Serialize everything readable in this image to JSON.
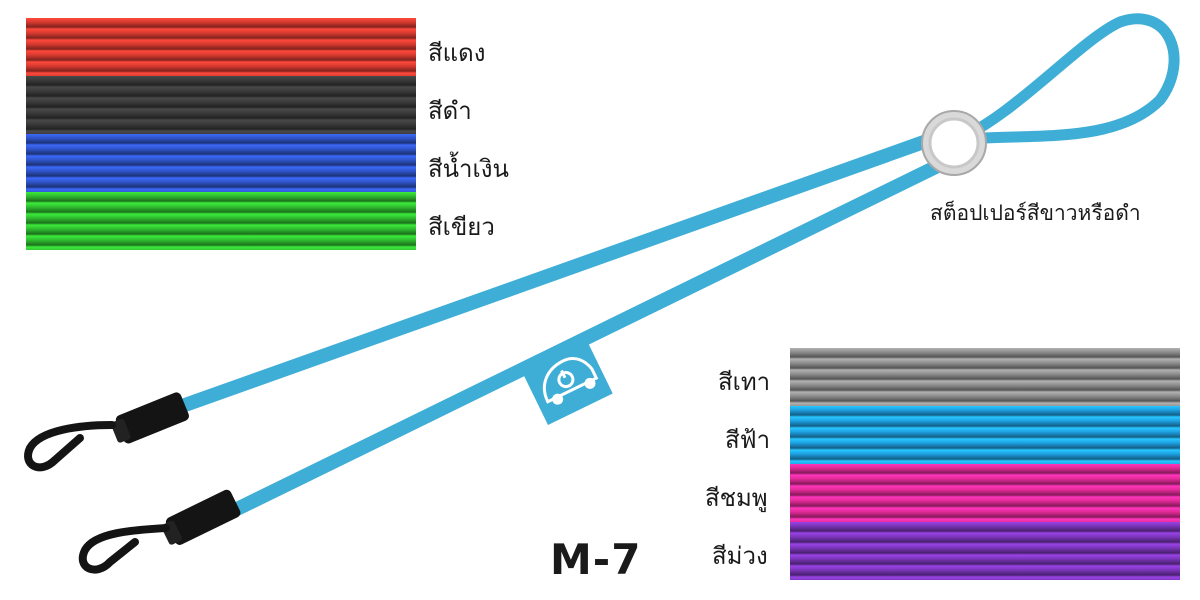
{
  "colors_top": [
    {
      "label": "สีแดง",
      "color": "#d83a30"
    },
    {
      "label": "สีดำ",
      "color": "#3a3a3a"
    },
    {
      "label": "สีน้ำเงิน",
      "color": "#2f54c8"
    },
    {
      "label": "สีเขียว",
      "color": "#2fbc2f"
    }
  ],
  "colors_bottom": [
    {
      "label": "สีเทา",
      "color": "#8e8e8e"
    },
    {
      "label": "สีฟ้า",
      "color": "#1e9fe0"
    },
    {
      "label": "สีชมพู",
      "color": "#e02a96"
    },
    {
      "label": "สีม่วง",
      "color": "#7a35b8"
    }
  ],
  "stopper_label": "สต็อปเปอร์สีขาวหรือดำ",
  "model": "M-7",
  "cord_color": "#3eaed6",
  "icon": "car-power-icon"
}
